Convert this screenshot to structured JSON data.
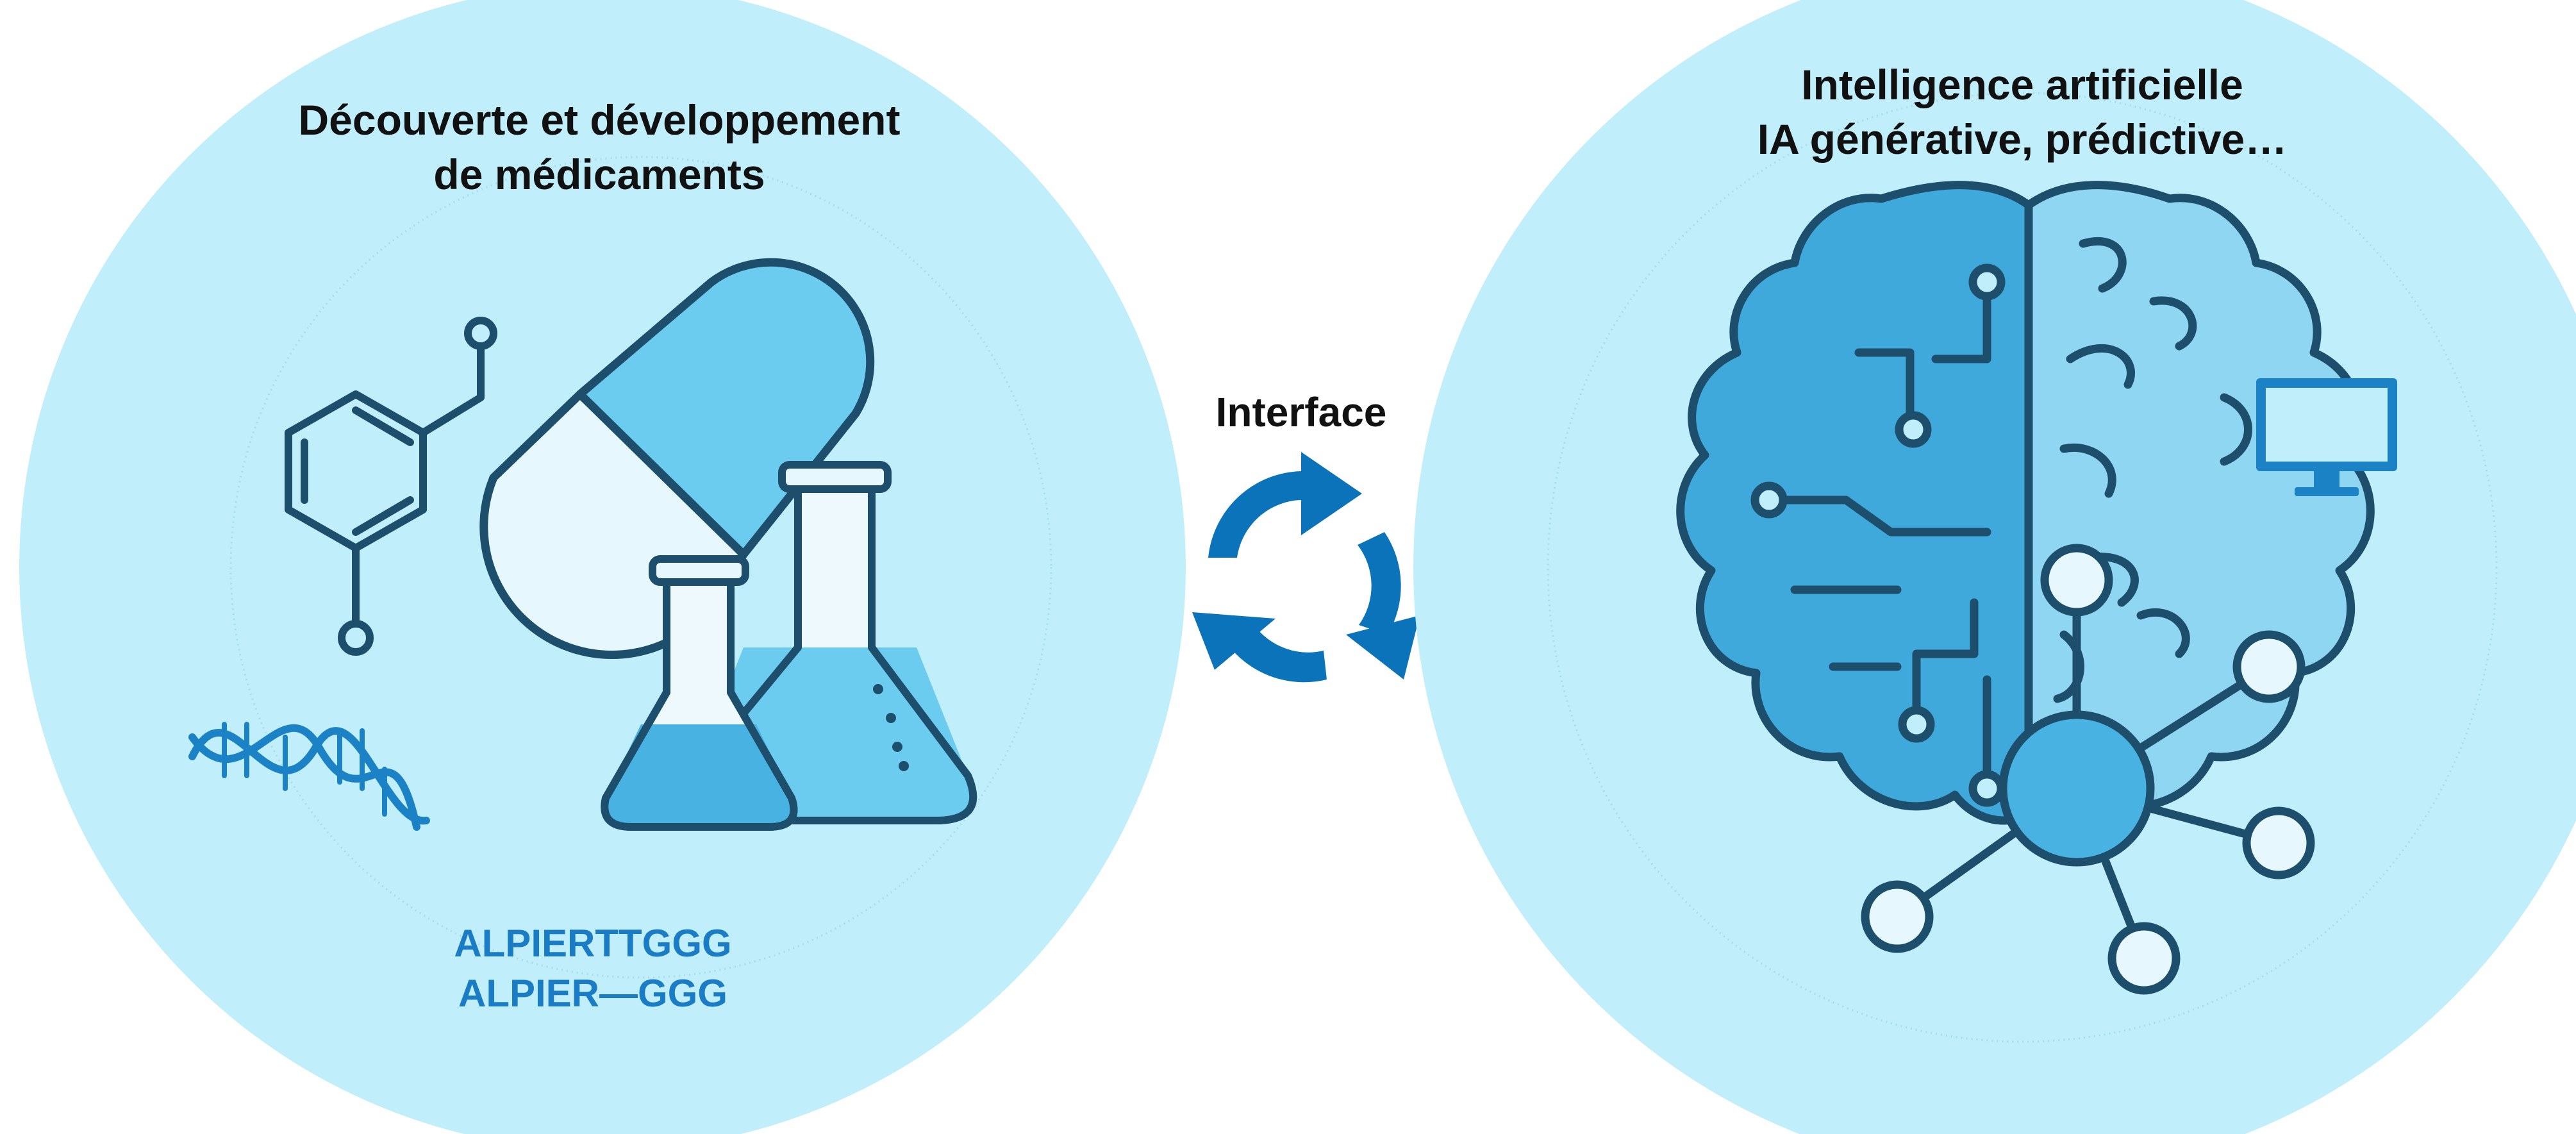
{
  "left_panel": {
    "title_line1": "Découverte et développement",
    "title_line2": "de médicaments",
    "sequence_line1": "ALPIERTTGGG",
    "sequence_line2": "ALPIER—GGG"
  },
  "center": {
    "label": "Interface"
  },
  "right_panel": {
    "title_line1": "Intelligence artificielle",
    "title_line2": "IA générative, prédictive…"
  },
  "icons": [
    "benzene-molecule-icon",
    "capsule-pill-icon",
    "lab-flask-icon",
    "dna-helix-icon",
    "cycle-arrows-icon",
    "circuit-brain-icon",
    "network-node-icon",
    "monitor-icon"
  ],
  "colors": {
    "circle_fill": "#c0eefb",
    "outline": "#1d4e6b",
    "brain_left": "#3fa9dc",
    "brain_right": "#8fd6f2",
    "arrow_blue": "#0b73b9",
    "sequence_blue": "#1a7cc4",
    "pill_light": "#e6f8fd",
    "pill_blue": "#6cccef"
  }
}
